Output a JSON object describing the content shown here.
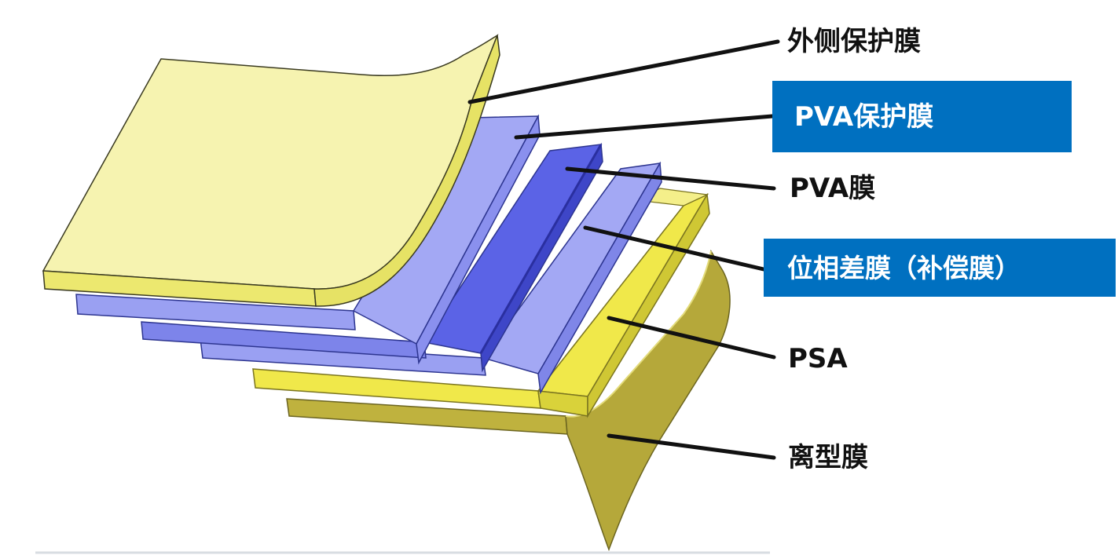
{
  "layers": [
    {
      "id": "outer-protective-film",
      "label": "外侧保护膜",
      "highlighted": false,
      "color": "#f6f3b0"
    },
    {
      "id": "pva-protective-film",
      "label": "PVA保护膜",
      "highlighted": true,
      "color": "#9aa0f2"
    },
    {
      "id": "pva-film",
      "label": "PVA膜",
      "highlighted": false,
      "color": "#5b63e6"
    },
    {
      "id": "retarder-film",
      "label": "位相差膜（补偿膜）",
      "highlighted": true,
      "color": "#9aa0f2"
    },
    {
      "id": "psa",
      "label": "PSA",
      "highlighted": false,
      "color": "#f0e84a"
    },
    {
      "id": "release-film",
      "label": "离型膜",
      "highlighted": false,
      "color": "#bfb23e"
    }
  ],
  "highlight_color": "#0070c0"
}
